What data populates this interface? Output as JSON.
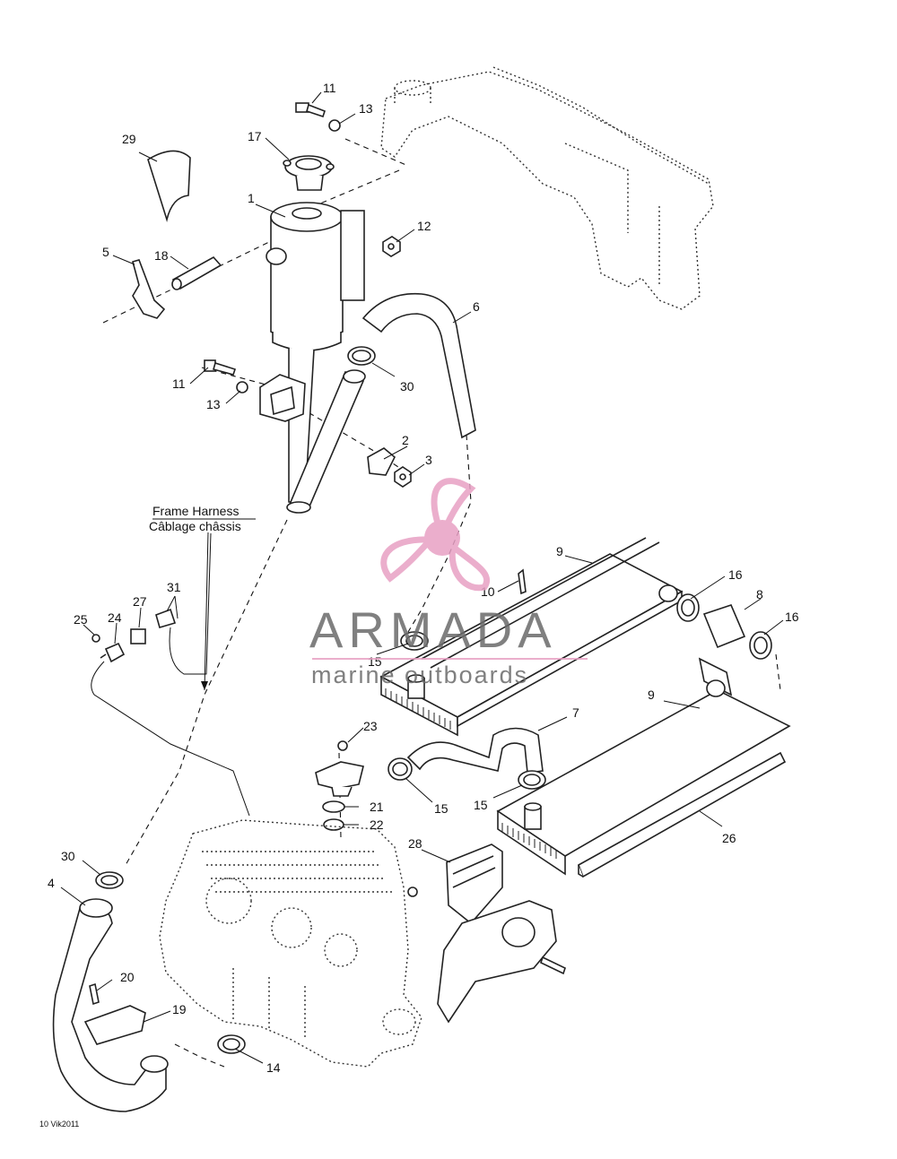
{
  "callouts": [
    "1",
    "2",
    "3",
    "4",
    "5",
    "6",
    "7",
    "8",
    "9",
    "9",
    "10",
    "11",
    "11",
    "12",
    "13",
    "13",
    "14",
    "15",
    "15",
    "15",
    "16",
    "16",
    "17",
    "18",
    "19",
    "20",
    "21",
    "22",
    "23",
    "24",
    "25",
    "26",
    "27",
    "28",
    "29",
    "30",
    "30",
    "31"
  ],
  "harness_label_en": "Frame Harness",
  "harness_label_fr": "Câblage châssis",
  "drawing_code": "10 Vik2011",
  "watermark": {
    "brand": "ARMADA",
    "subtitle": "marine outboards",
    "color": "#e8a0c4"
  }
}
